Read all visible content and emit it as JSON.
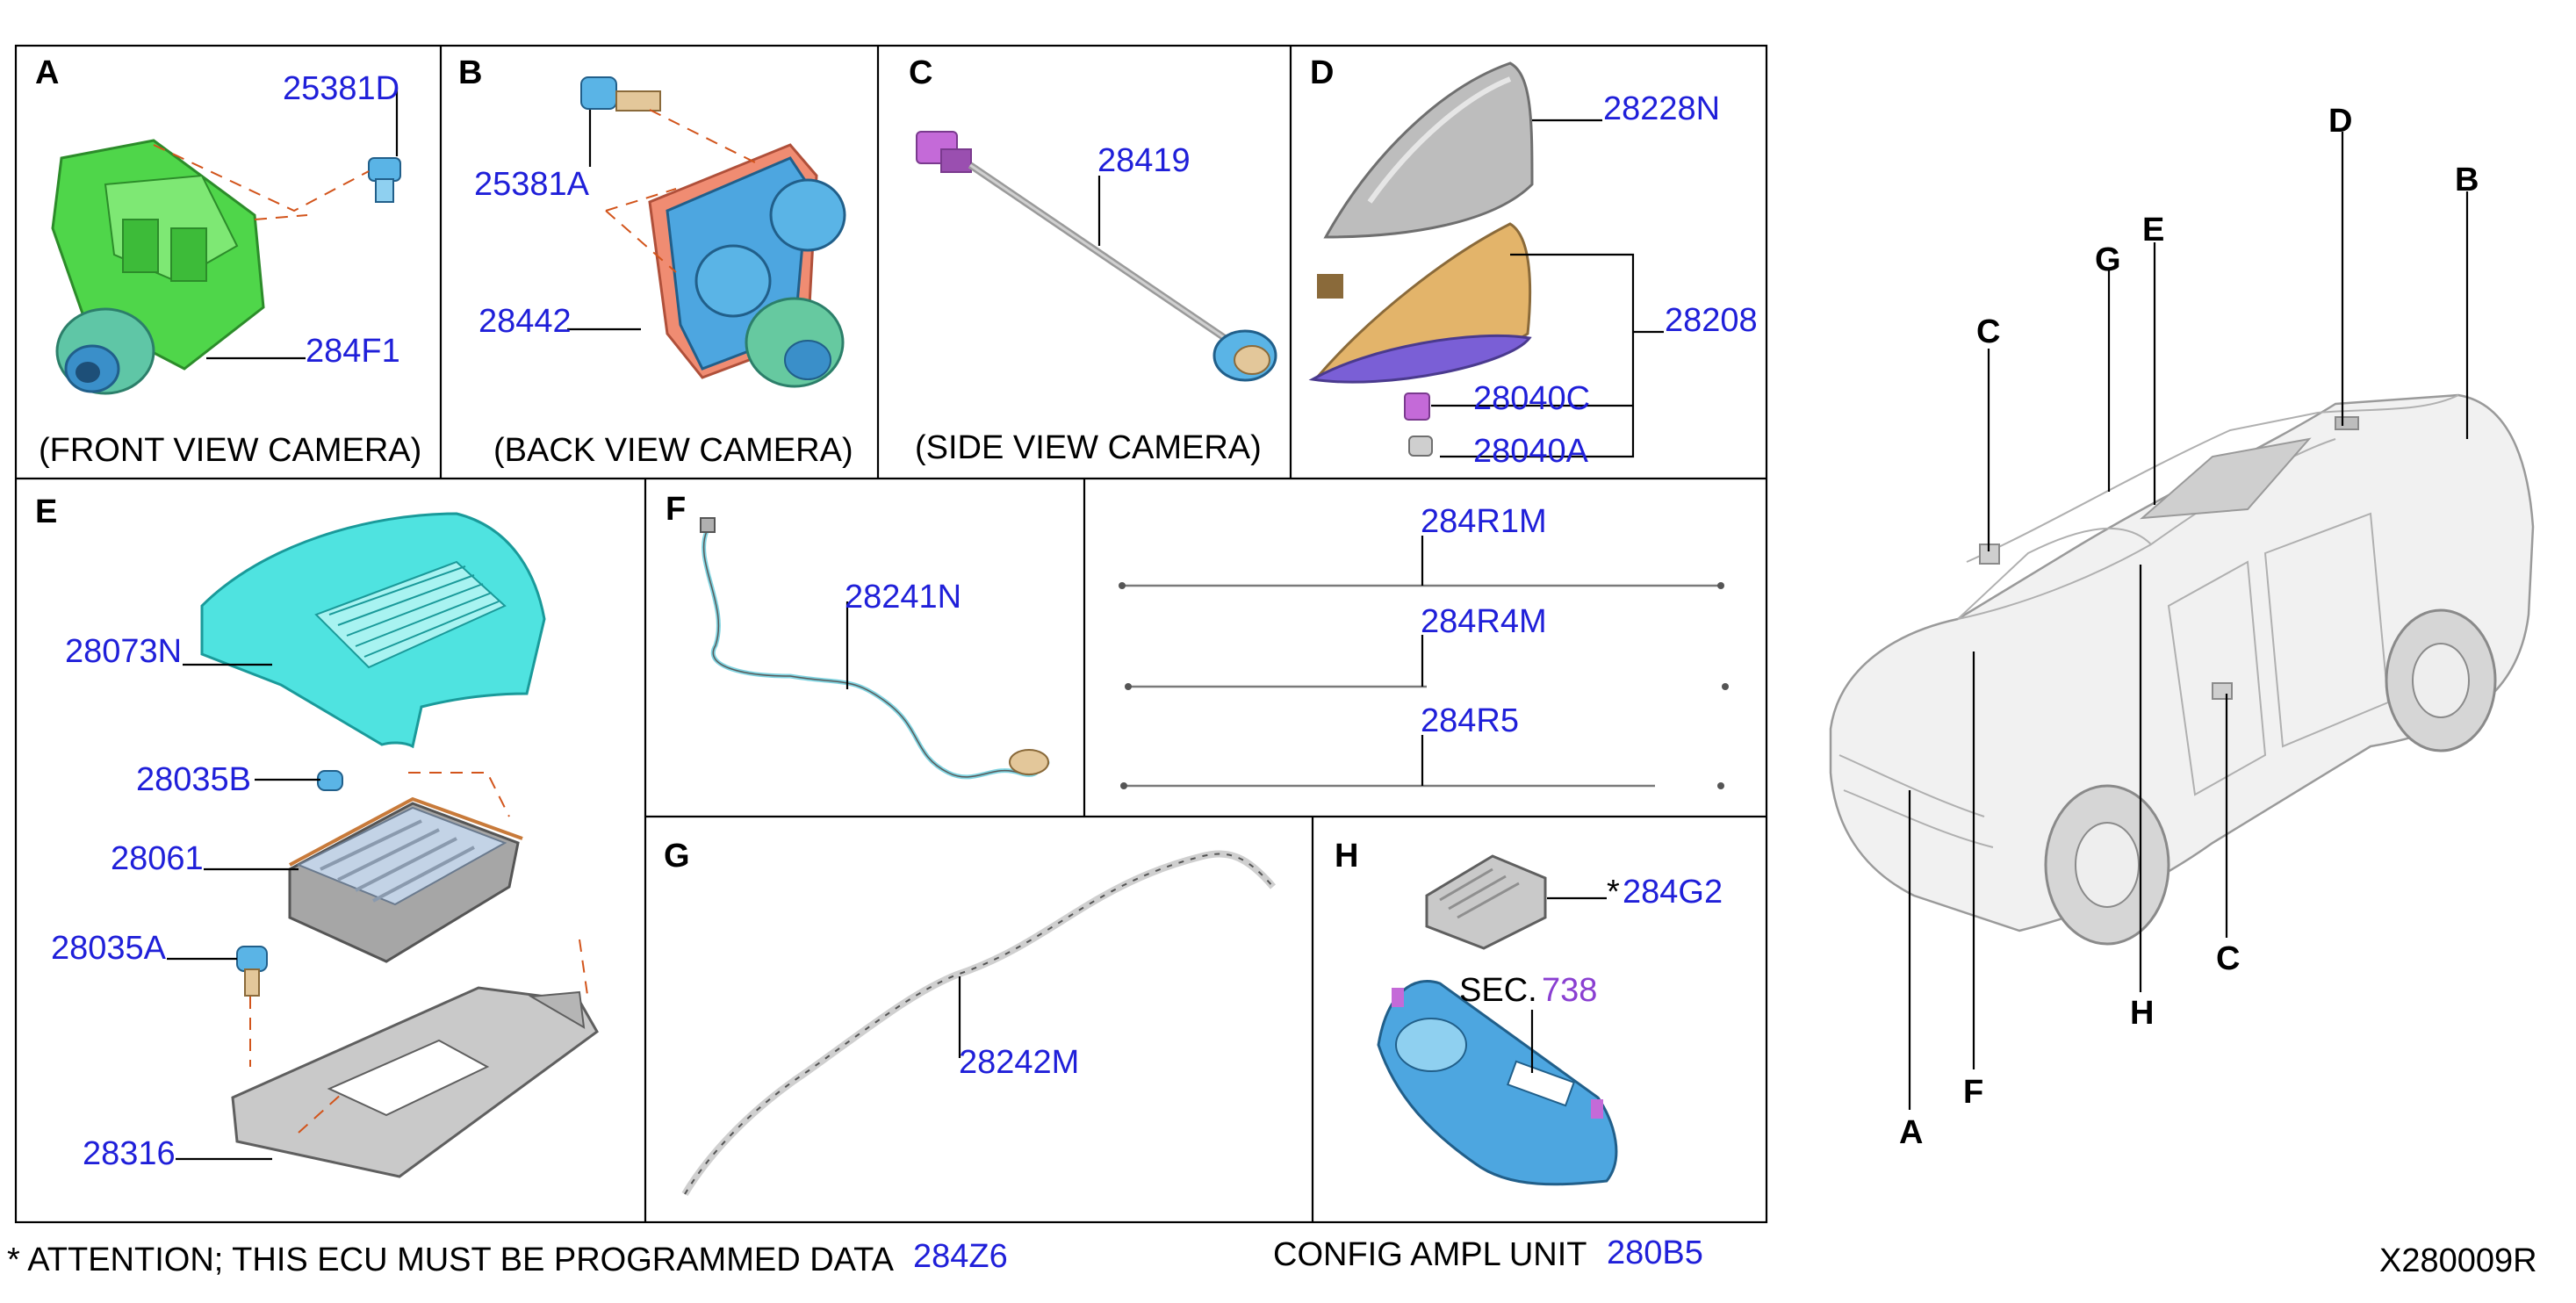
{
  "sections": {
    "A": {
      "letter": "A",
      "caption": "(FRONT VIEW CAMERA)",
      "parts": [
        "25381D",
        "284F1"
      ]
    },
    "B": {
      "letter": "B",
      "caption": "(BACK VIEW CAMERA)",
      "parts": [
        "25381A",
        "28442"
      ]
    },
    "C": {
      "letter": "C",
      "caption": "(SIDE VIEW CAMERA)",
      "parts": [
        "28419"
      ]
    },
    "D": {
      "letter": "D",
      "parts": [
        "28228N",
        "28208",
        "28040C",
        "28040A"
      ]
    },
    "E": {
      "letter": "E",
      "parts": [
        "28073N",
        "28035B",
        "28061",
        "28035A",
        "28316"
      ]
    },
    "F": {
      "letter": "F",
      "parts": [
        "28241N",
        "284R1M",
        "284R4M",
        "284R5"
      ]
    },
    "G": {
      "letter": "G",
      "parts": [
        "28242M"
      ]
    },
    "H": {
      "letter": "H",
      "asterisk": "*",
      "parts": [
        "284G2"
      ],
      "sec_label": "SEC.",
      "sec_number": "738"
    }
  },
  "footer": {
    "attention_text": "* ATTENTION; THIS ECU MUST BE PROGRAMMED DATA",
    "attention_part": "284Z6",
    "config_text": "CONFIG AMPL UNIT",
    "config_part": "280B5",
    "diagram_id": "X280009R"
  },
  "vehicle_callouts": [
    "D",
    "B",
    "E",
    "G",
    "C",
    "C",
    "H",
    "F",
    "A"
  ],
  "colors": {
    "part_number": "#1f1fd9",
    "sec_number": "#8a3fd1",
    "dashed_guide": "#d2541b",
    "camera_green": "#4fd64a",
    "camera_blue": "#5ab4e6",
    "cover_cyan": "#4fe3e0",
    "antenna_gold": "#e3b46a"
  }
}
